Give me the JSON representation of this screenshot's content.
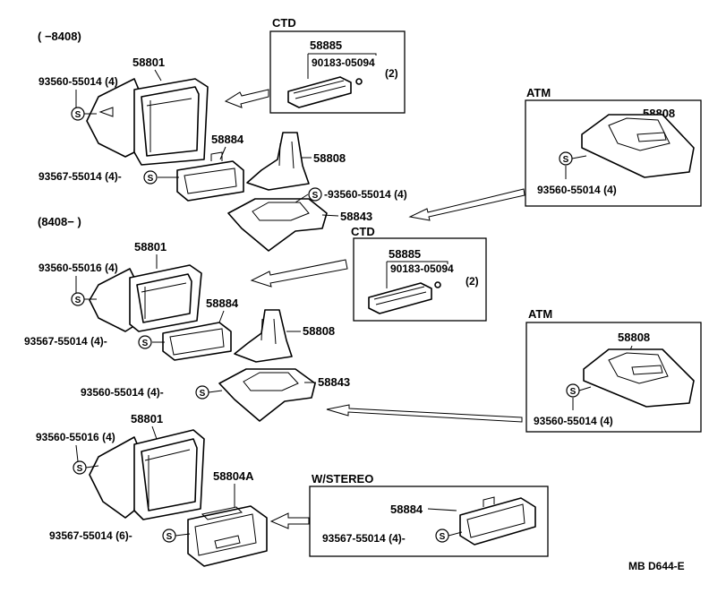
{
  "section_top": {
    "header": "(      −8408)"
  },
  "section_mid": {
    "header": "(8408−       )"
  },
  "ctd_top": {
    "title": "CTD",
    "part": "58885",
    "sub_part": "90183-05094",
    "sub_qty": "(2)"
  },
  "ctd_mid": {
    "title": "CTD",
    "part": "58885",
    "sub_part": "90183-05094",
    "sub_qty": "(2)"
  },
  "atm_top": {
    "title": "ATM",
    "part": "58808",
    "screw": "93560-55014 (4)"
  },
  "atm_mid": {
    "title": "ATM",
    "part": "58808",
    "screw": "93560-55014 (4)"
  },
  "stereo": {
    "title": "W/STEREO",
    "part": "58884",
    "screw": "93567-55014 (4)-"
  },
  "top": {
    "p58801": "58801",
    "screw1": "93560-55014 (4)",
    "p58884": "58884",
    "screw2": "93567-55014 (4)-",
    "p58808": "58808",
    "screw3": "-93560-55014 (4)",
    "p58843": "58843"
  },
  "mid": {
    "p58801": "58801",
    "screw1": "93560-55016 (4)",
    "p58884": "58884",
    "screw2": "93567-55014 (4)-",
    "p58808": "58808",
    "screw3": "93560-55014 (4)-",
    "p58843": "58843"
  },
  "bot": {
    "p58801": "58801",
    "screw1": "93560-55016 (4)",
    "p58804a": "58804A",
    "screw2": "93567-55014 (6)-"
  },
  "s_symbol": "S",
  "code": "MB D644-E"
}
